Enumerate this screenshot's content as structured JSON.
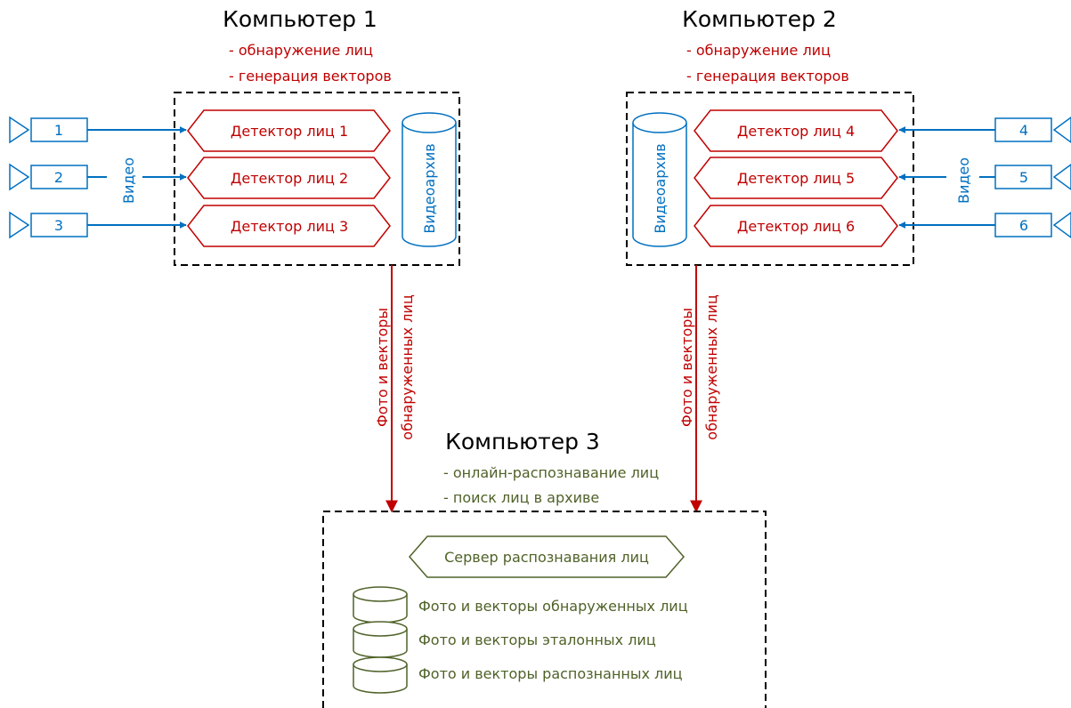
{
  "colors": {
    "red": "#c00000",
    "blue": "#0070c0",
    "green": "#4f6228",
    "black": "#000000"
  },
  "computer1": {
    "title": "Компьютер 1",
    "features": [
      "- обнаружение лиц",
      "- генерация векторов"
    ],
    "detectors": [
      "Детектор лиц 1",
      "Детектор лиц 2",
      "Детектор лиц 3"
    ],
    "archive": "Видеоархив",
    "cameras": [
      "1",
      "2",
      "3"
    ],
    "video_label": "Видео"
  },
  "computer2": {
    "title": "Компьютер 2",
    "features": [
      "- обнаружение лиц",
      "- генерация векторов"
    ],
    "detectors": [
      "Детектор лиц 4",
      "Детектор лиц 5",
      "Детектор лиц 6"
    ],
    "archive": "Видеоархив",
    "cameras": [
      "4",
      "5",
      "6"
    ],
    "video_label": "Видео"
  },
  "flow_label": [
    "Фото и векторы",
    "обнаруженных лиц"
  ],
  "computer3": {
    "title": "Компьютер 3",
    "features": [
      "- онлайн-распознавание лиц",
      "- поиск лиц в архиве"
    ],
    "server": "Сервер распознавания лиц",
    "databases": [
      "Фото и векторы обнаруженных лиц",
      "Фото и векторы эталонных лиц",
      "Фото и векторы распознанных лиц"
    ]
  }
}
